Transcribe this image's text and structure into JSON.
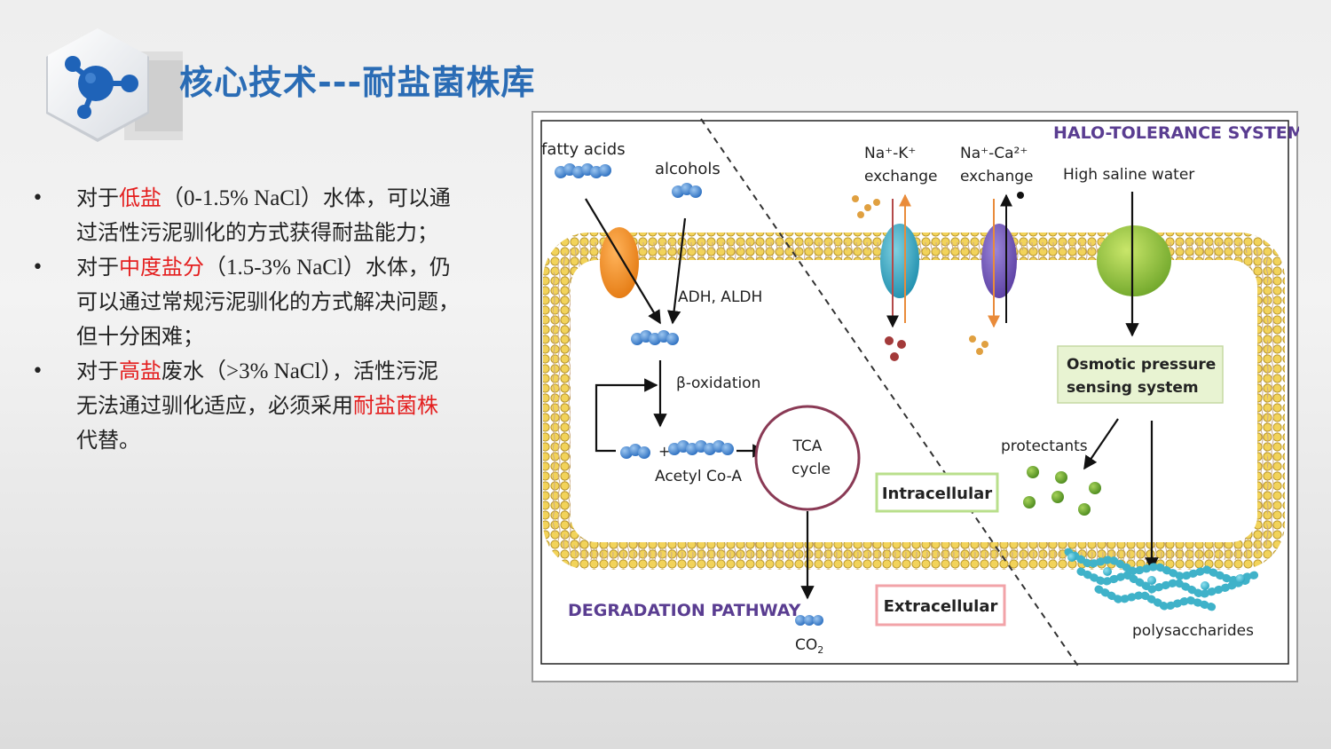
{
  "title": "核心技术---耐盐菌株库",
  "logo_icon": "molecule-icon",
  "bullets": [
    {
      "pre": "对于",
      "hl": "低盐",
      "paren": "（0-1.5% NaCl）",
      "post1": "水体，可以通",
      "line2": "过活性污泥驯化的方式获得耐盐能力；"
    },
    {
      "pre": "对于",
      "hl": "中度盐分",
      "paren": "（1.5-3% NaCl）",
      "post1": "水体，仍",
      "line2": "可以通过常规污泥驯化的方式解决问题，",
      "line3": "但十分困难；"
    },
    {
      "pre": "对于",
      "hl": "高盐",
      "mid": "废水",
      "paren": "（>3% NaCl）",
      "post1": "，活性污泥",
      "line2a": "无法通过驯化适应，必须采用",
      "hl2": "耐盐菌株",
      "line3": "代替。"
    }
  ],
  "diagram": {
    "halo_title": "HALO-TOLERANCE SYSTEM",
    "degradation_title": "DEGRADATION PATHWAY",
    "fatty_acids": "fatty acids",
    "alcohols": "alcohols",
    "adh_aldh": "ADH, ALDH",
    "beta_oxidation": "β-oxidation",
    "acetyl_coa": "Acetyl Co-A",
    "plus": "+",
    "tca_line1": "TCA",
    "tca_line2": "cycle",
    "co2_main": "CO",
    "co2_sub": "2",
    "na_k_line1": "Na⁺-K⁺",
    "na_k_line2": "exchange",
    "na_ca_line1": "Na⁺-Ca²⁺",
    "na_ca_line2": "exchange",
    "high_saline": "High saline water",
    "osmotic_line1": "Osmotic pressure",
    "osmotic_line2": "sensing system",
    "protectants": "protectants",
    "intracellular": "Intracellular",
    "extracellular": "Extracellular",
    "polysaccharides": "polysaccharides"
  },
  "colors": {
    "title_blue": "#2a6cb5",
    "highlight_red": "#e41f1f",
    "membrane_gold": "#e8c84a",
    "tca_ring": "#8a3a55",
    "degradation_purple": "#5a3d91",
    "sensing_box": "#e8f3d2",
    "polysaccharide_cyan": "#3fb2c9"
  }
}
